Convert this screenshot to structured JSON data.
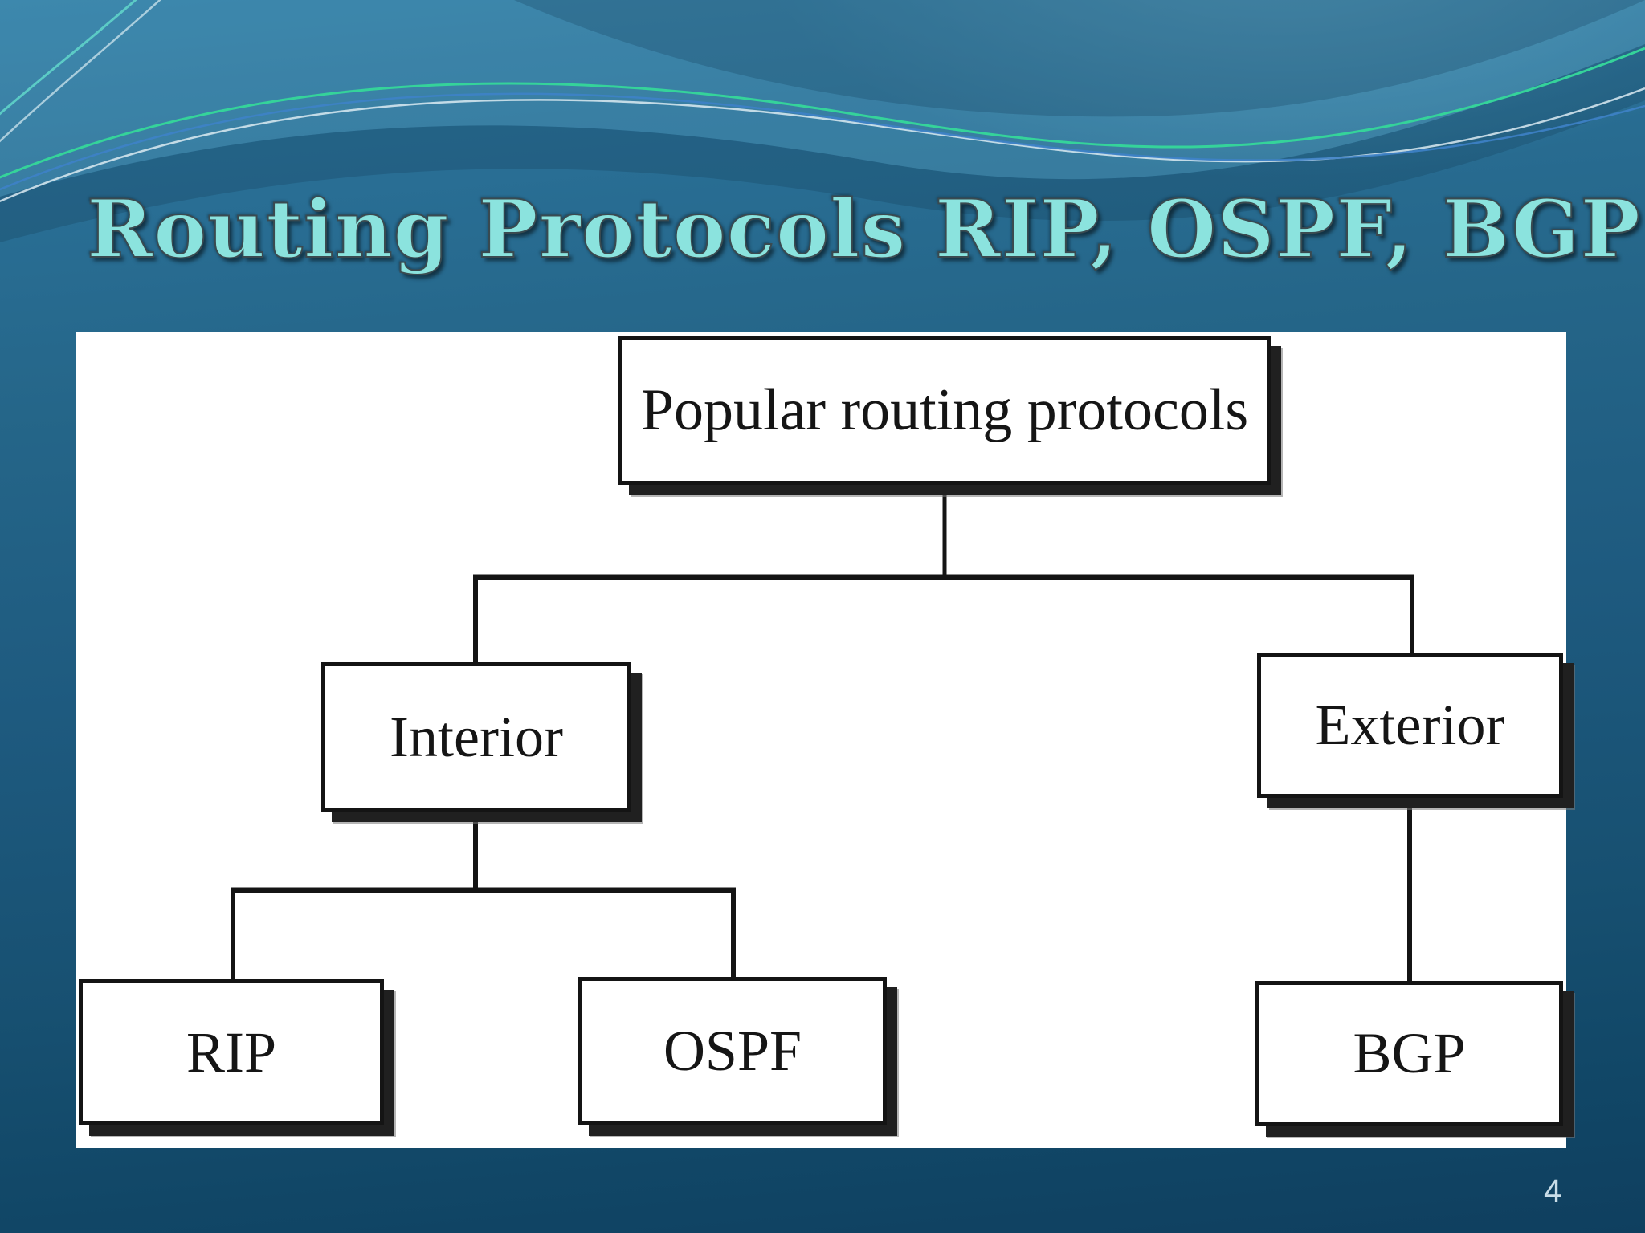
{
  "slide": {
    "title": "Routing Protocols RIP, OSPF, BGP",
    "page_number": "4"
  },
  "diagram": {
    "type": "tree",
    "nodes": [
      {
        "id": "root",
        "label": "Popular routing protocols"
      },
      {
        "id": "interior",
        "label": "Interior"
      },
      {
        "id": "exterior",
        "label": "Exterior"
      },
      {
        "id": "rip",
        "label": "RIP"
      },
      {
        "id": "ospf",
        "label": "OSPF"
      },
      {
        "id": "bgp",
        "label": "BGP"
      }
    ],
    "edges": [
      {
        "from": "Popular routing protocols",
        "to": "Interior"
      },
      {
        "from": "Popular routing protocols",
        "to": "Exterior"
      },
      {
        "from": "Interior",
        "to": "RIP"
      },
      {
        "from": "Interior",
        "to": "OSPF"
      },
      {
        "from": "Exterior",
        "to": "BGP"
      }
    ]
  },
  "colors": {
    "title_text": "#8be3de",
    "background_top": "#2f7ba3",
    "background_bottom": "#0f3f5f",
    "node_background": "#ffffff",
    "node_border": "#141414",
    "connector": "#141414",
    "page_number_text": "#c9dde8",
    "wave_accent_green": "#35d39a",
    "wave_accent_white": "#dcebf2",
    "wave_accent_blue": "#3e82c8"
  }
}
